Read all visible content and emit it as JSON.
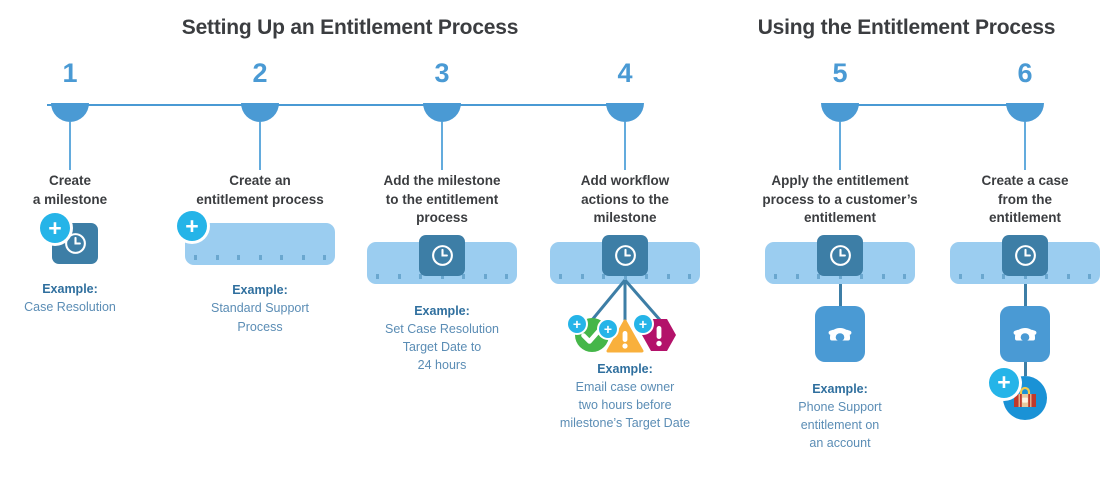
{
  "groups": [
    {
      "title": "Setting Up an Entitlement Process"
    },
    {
      "title": "Using the Entitlement Process"
    }
  ],
  "colors": {
    "accent_blue": "#4a9ad4",
    "bar_blue": "#9bcdf0",
    "chip_dark_blue": "#3d7ea6",
    "plus_cyan": "#25b4e8",
    "example_text": "#5b8db5",
    "example_label": "#2f6f9e",
    "title_text": "#3b3d40",
    "success_green": "#45b649",
    "warning_orange": "#f9b03c",
    "error_magenta": "#b3126a"
  },
  "steps": [
    {
      "number": "1",
      "caption": "Create\na milestone",
      "caption_lines": [
        "Create",
        "a milestone"
      ],
      "example_label": "Example:",
      "example_lines": [
        "Case Resolution"
      ],
      "icons": [
        "plus-badge-icon",
        "clock-icon"
      ]
    },
    {
      "number": "2",
      "caption": "Create an\nentitlement process",
      "caption_lines": [
        "Create an",
        "entitlement process"
      ],
      "example_label": "Example:",
      "example_lines": [
        "Standard Support",
        "Process"
      ],
      "icons": [
        "plus-badge-icon",
        "entitlement-process-bar-icon"
      ]
    },
    {
      "number": "3",
      "caption": "Add the milestone\nto the entitlement\nprocess",
      "caption_lines": [
        "Add the milestone",
        "to the entitlement",
        "process"
      ],
      "example_label": "Example:",
      "example_lines": [
        "Set Case Resolution",
        "Target Date to",
        "24 hours"
      ],
      "icons": [
        "entitlement-process-bar-icon",
        "clock-icon"
      ]
    },
    {
      "number": "4",
      "caption": "Add workflow\nactions to the\nmilestone",
      "caption_lines": [
        "Add workflow",
        "actions to the",
        "milestone"
      ],
      "example_label": "Example:",
      "example_lines": [
        "Email case owner",
        "two hours before",
        "milestone’s Target Date"
      ],
      "icons": [
        "entitlement-process-bar-icon",
        "clock-icon",
        "success-check-icon",
        "warning-triangle-icon",
        "error-hexagon-icon"
      ]
    },
    {
      "number": "5",
      "caption": "Apply the entitlement\nprocess to a customer’s\nentitlement",
      "caption_lines": [
        "Apply the entitlement",
        "process to a customer’s",
        "entitlement"
      ],
      "example_label": "Example:",
      "example_lines": [
        "Phone Support",
        "entitlement on",
        "an account"
      ],
      "icons": [
        "entitlement-process-bar-icon",
        "clock-icon",
        "phone-icon"
      ]
    },
    {
      "number": "6",
      "caption": "Create a case\nfrom the\nentitlement",
      "caption_lines": [
        "Create a case",
        "from the",
        "entitlement"
      ],
      "example_label": "",
      "example_lines": [],
      "icons": [
        "entitlement-process-bar-icon",
        "clock-icon",
        "phone-icon",
        "plus-badge-icon",
        "case-briefcase-icon"
      ]
    }
  ]
}
